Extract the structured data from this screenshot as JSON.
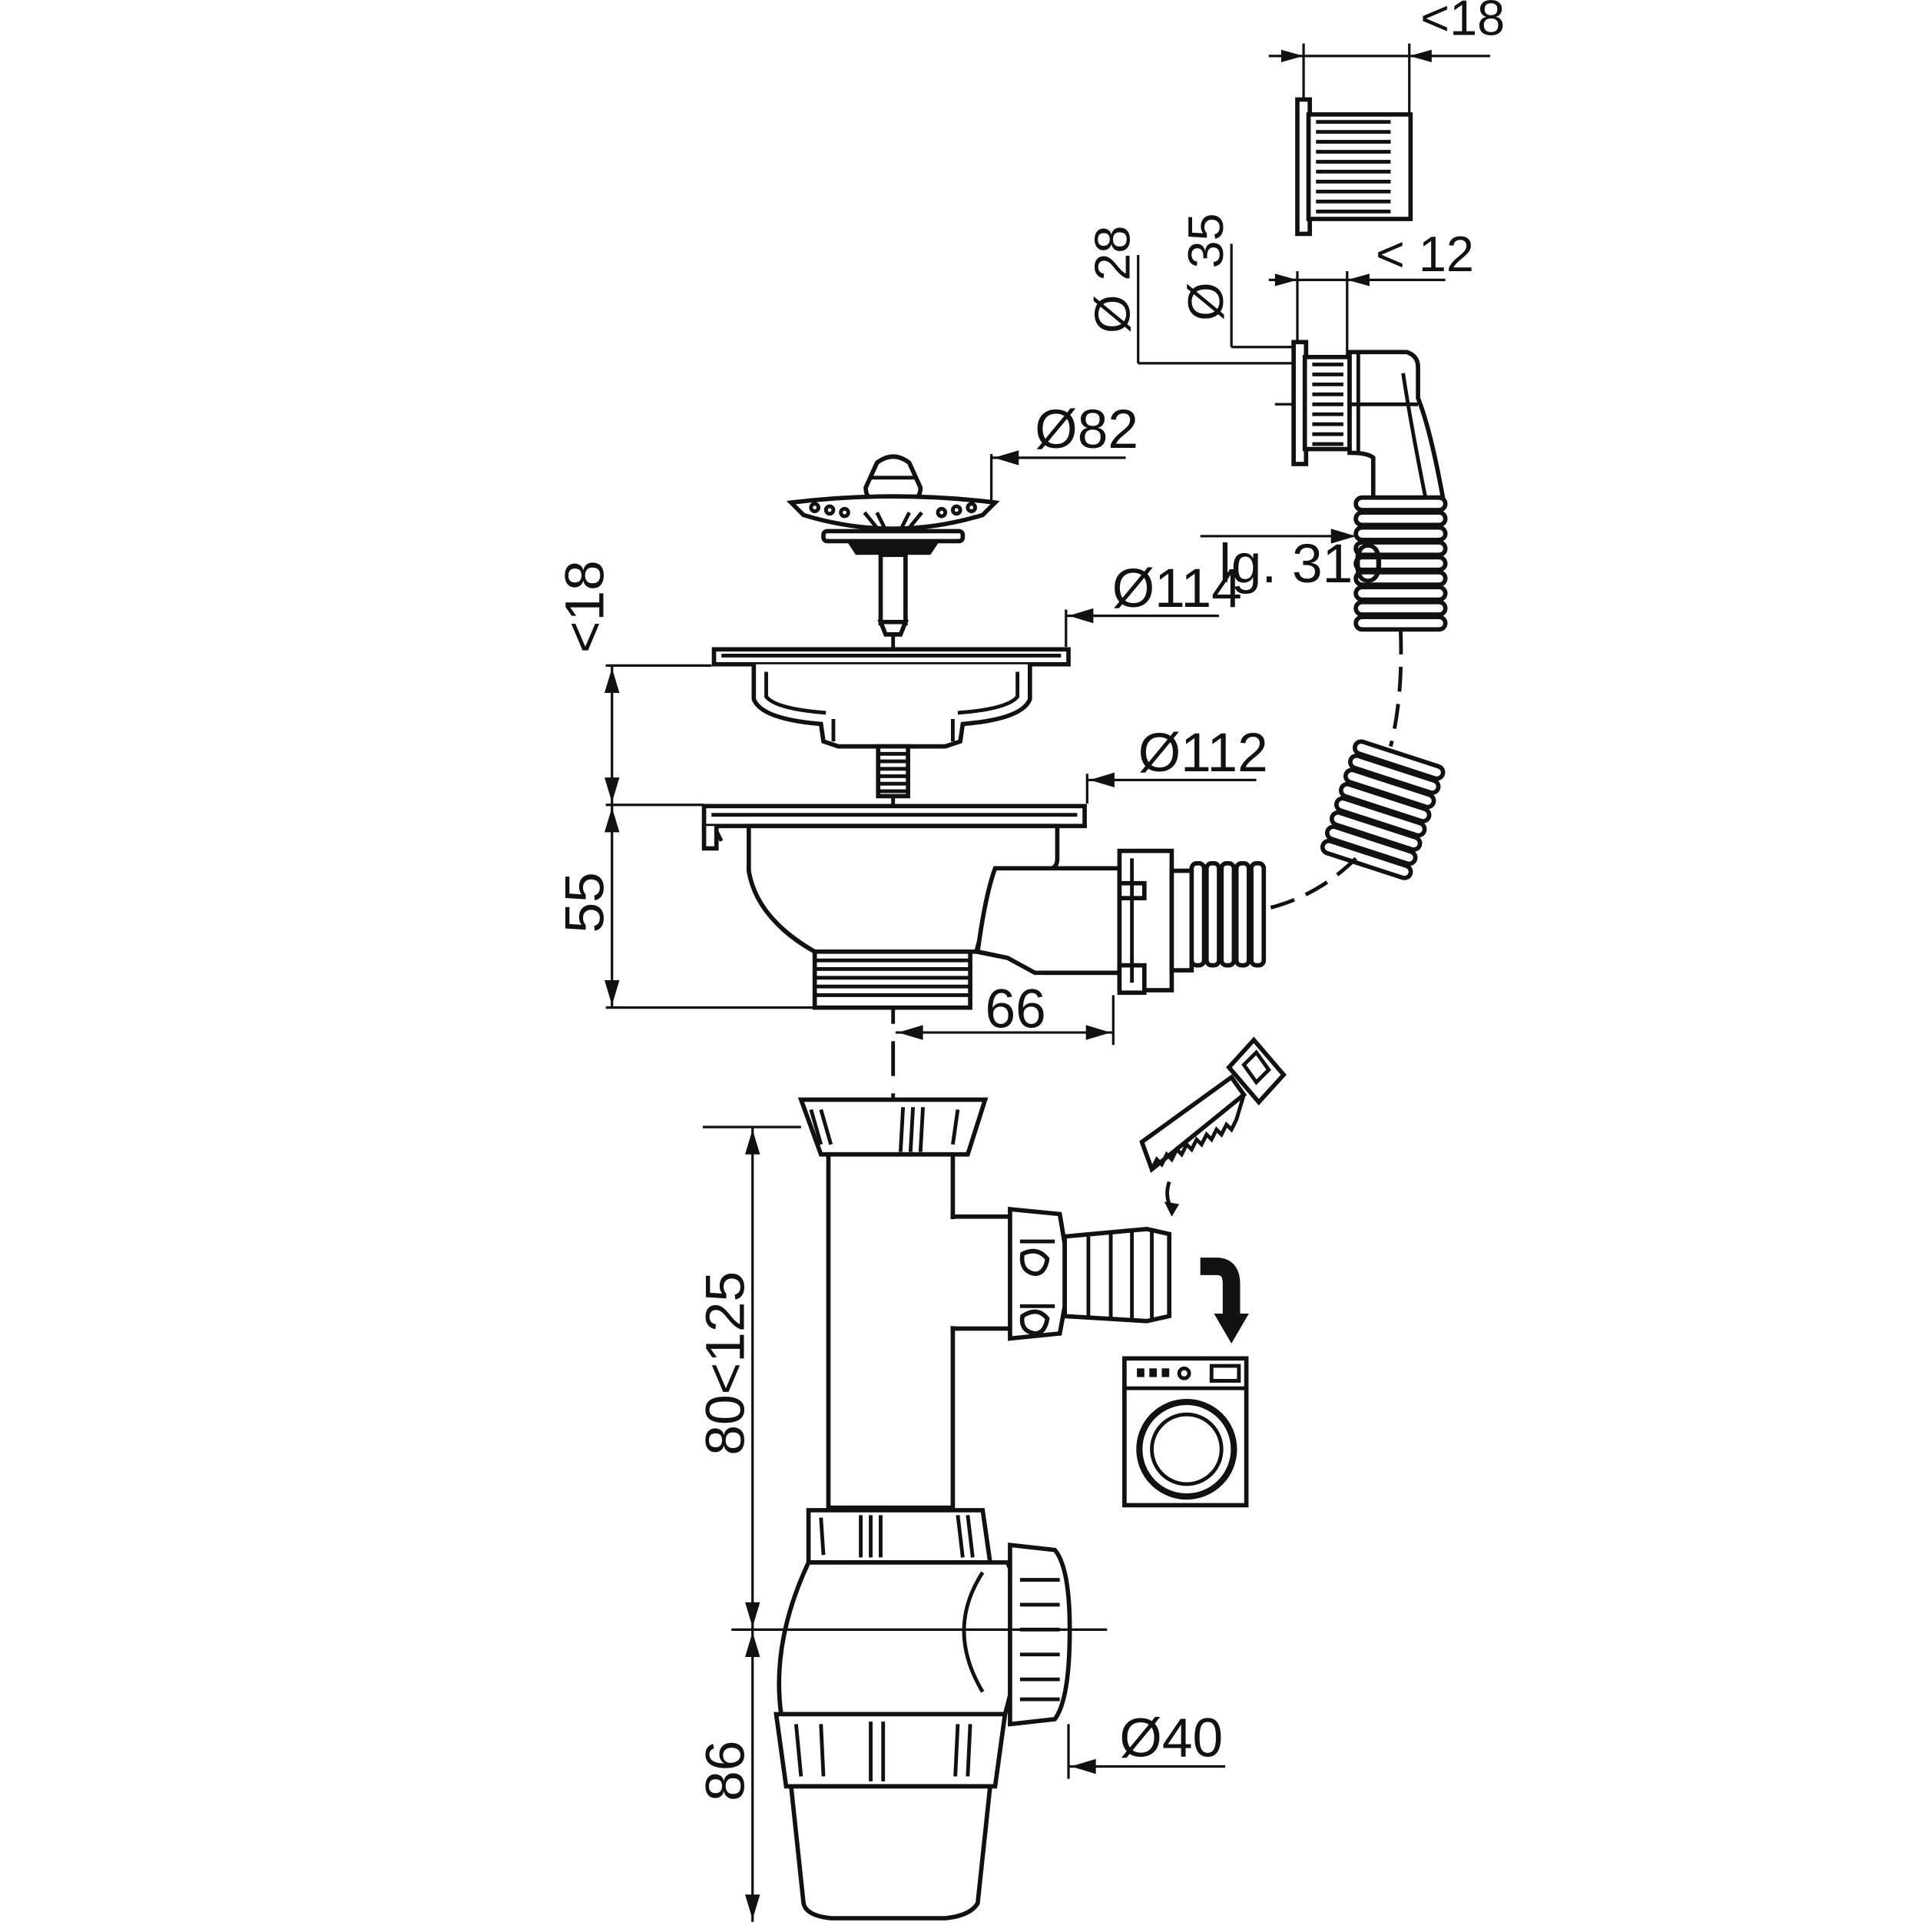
{
  "labels": {
    "overflow_cap_depth": "<18",
    "overflow_depth": "< 12",
    "overflow_d28": "Ø 28",
    "overflow_d35": "Ø 35",
    "strainer_diameter": "Ø82",
    "hose_length": "lg. 310",
    "flange_diameter": "Ø114",
    "body_diameter": "Ø112",
    "flange_height": "<18",
    "body_height": "55",
    "outlet_offset": "66",
    "trap_height": "80<125",
    "bottle_height": "86",
    "outlet_diameter": "Ø40"
  },
  "icons": {
    "saw": "saw-icon",
    "washing_machine": "washing-machine-icon",
    "arrow": "curved-arrow-down-icon"
  }
}
